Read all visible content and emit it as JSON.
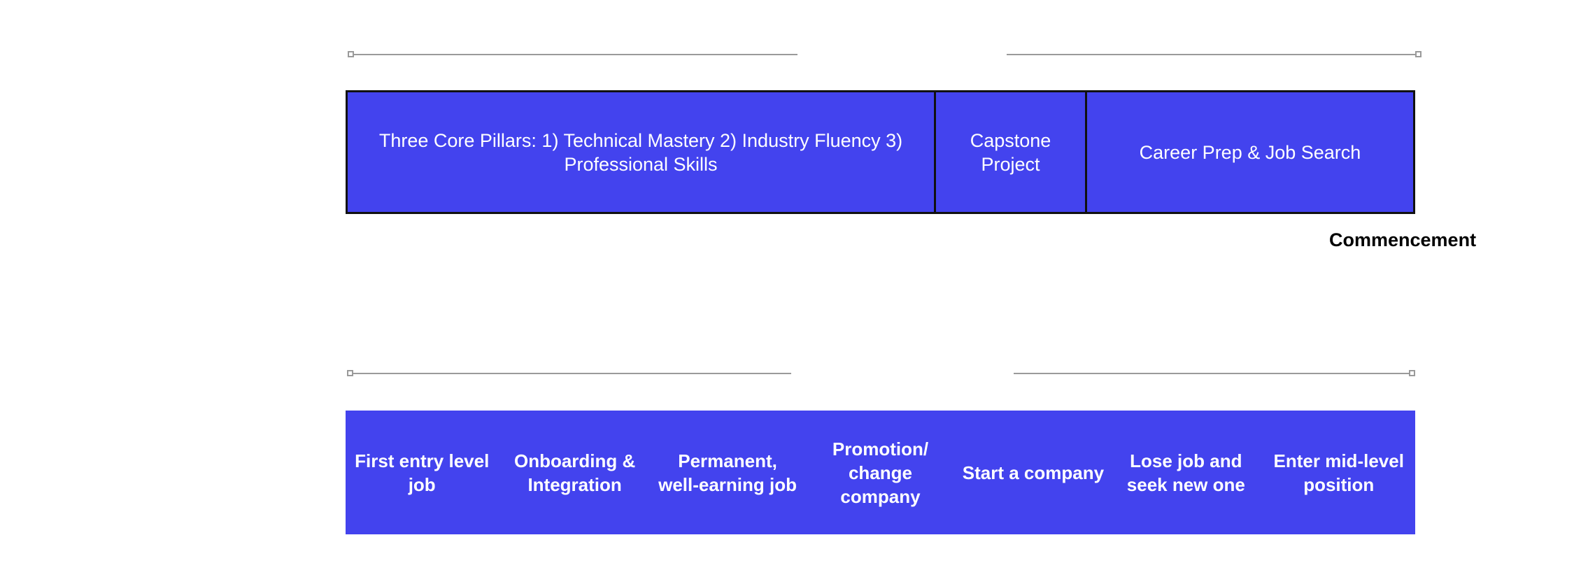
{
  "colors": {
    "accent": "#4343ee",
    "border": "#111111",
    "connector": "#9a9a9a"
  },
  "program": {
    "phases": [
      "Three Core Pillars: 1) Technical Mastery 2) Industry Fluency 3) Professional Skills",
      "Capstone Project",
      "Career Prep & Job Search"
    ],
    "milestone": "Commencement"
  },
  "career": {
    "stages": [
      "First entry level job",
      "Onboarding & Integration",
      "Permanent, well-earning job",
      "Promotion/ change company",
      "Start a company",
      "Lose job and seek new one",
      "Enter mid-level position"
    ]
  }
}
